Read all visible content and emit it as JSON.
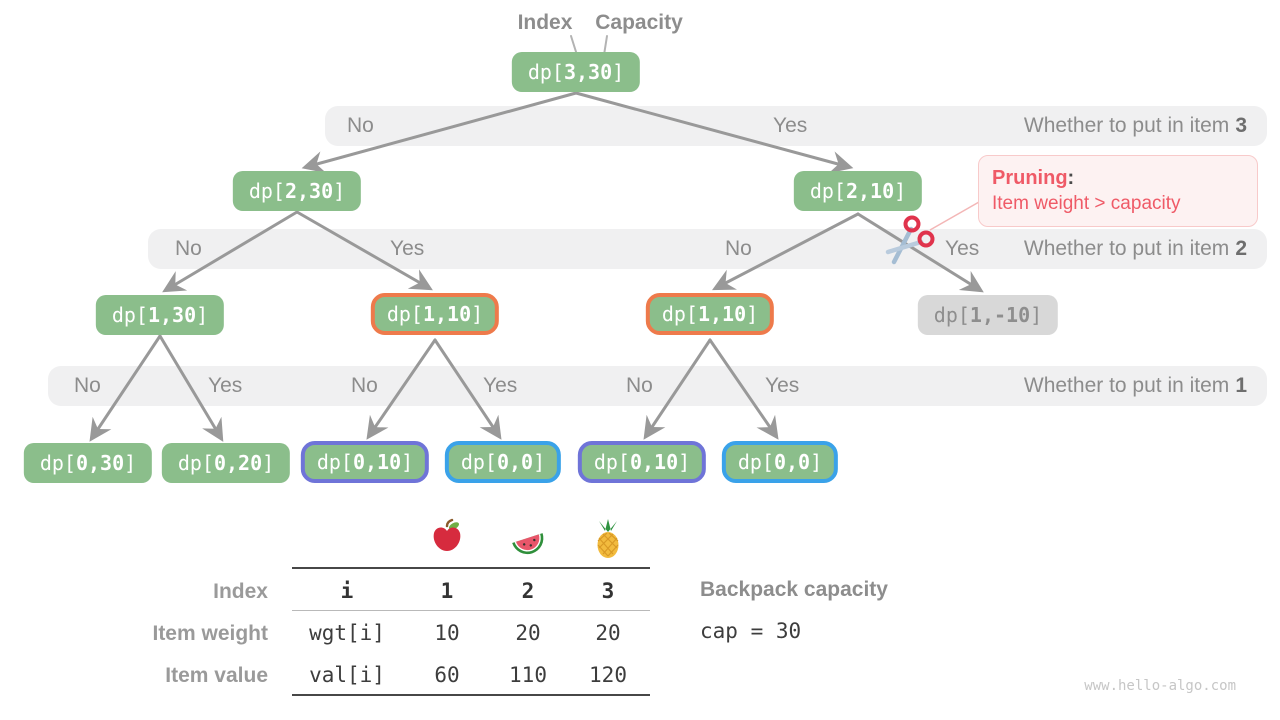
{
  "header": {
    "index_label": "Index",
    "capacity_label": "Capacity"
  },
  "tree": {
    "nodes": [
      {
        "prefix": "dp[",
        "args": "3,30",
        "suffix": "]"
      },
      {
        "prefix": "dp[",
        "args": "2,30",
        "suffix": "]"
      },
      {
        "prefix": "dp[",
        "args": "2,10",
        "suffix": "]"
      },
      {
        "prefix": "dp[",
        "args": "1,30",
        "suffix": "]"
      },
      {
        "prefix": "dp[",
        "args": "1,10",
        "suffix": "]"
      },
      {
        "prefix": "dp[",
        "args": "1,10",
        "suffix": "]"
      },
      {
        "prefix": "dp[",
        "args": "1,-10",
        "suffix": "]"
      },
      {
        "prefix": "dp[",
        "args": "0,30",
        "suffix": "]"
      },
      {
        "prefix": "dp[",
        "args": "0,20",
        "suffix": "]"
      },
      {
        "prefix": "dp[",
        "args": "0,10",
        "suffix": "]"
      },
      {
        "prefix": "dp[",
        "args": "0,0",
        "suffix": "]"
      },
      {
        "prefix": "dp[",
        "args": "0,10",
        "suffix": "]"
      },
      {
        "prefix": "dp[",
        "args": "0,0",
        "suffix": "]"
      }
    ]
  },
  "bands": [
    {
      "options": [
        "No",
        "Yes"
      ],
      "label": "Whether to put in item",
      "item": "3"
    },
    {
      "options": [
        "No",
        "Yes",
        "No",
        "Yes"
      ],
      "label": "Whether to put in item",
      "item": "2"
    },
    {
      "options": [
        "No",
        "Yes",
        "No",
        "Yes",
        "No",
        "Yes"
      ],
      "label": "Whether to put in item",
      "item": "1"
    }
  ],
  "pruning": {
    "title": "Pruning",
    "colon": ":",
    "text": "Item weight > capacity"
  },
  "table": {
    "fruit_icons": [
      "apple-icon",
      "watermelon-icon",
      "pineapple-icon"
    ],
    "rows": [
      {
        "label": "Index",
        "key": "i",
        "values": [
          "1",
          "2",
          "3"
        ]
      },
      {
        "label": "Item weight",
        "key": "wgt[i]",
        "values": [
          "10",
          "20",
          "20"
        ]
      },
      {
        "label": "Item value",
        "key": "val[i]",
        "values": [
          "60",
          "110",
          "120"
        ]
      }
    ]
  },
  "capacity": {
    "label": "Backpack capacity",
    "code": "cap = 30"
  },
  "watermark": "www.hello-algo.com",
  "colors": {
    "node_green": "#8bbe8b",
    "node_gray": "#d8d8d8",
    "band_bg": "#f0f0f1",
    "accent_orange": "#ee7a4b",
    "accent_purple": "#6f74d8",
    "accent_blue": "#3aa2e9",
    "prune_red": "#ef5a67",
    "arrow_gray": "#999999"
  }
}
